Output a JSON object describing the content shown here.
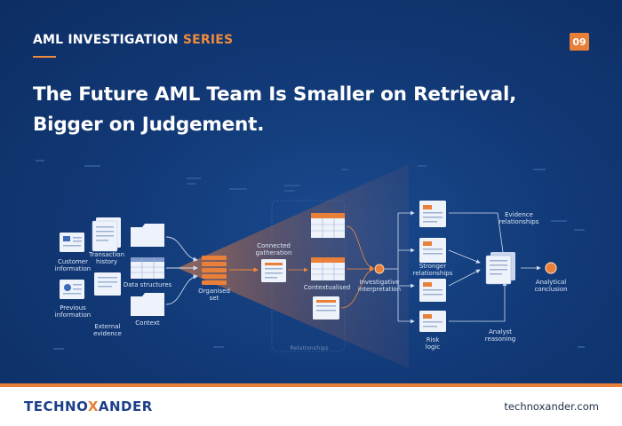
{
  "header": {
    "series_prefix": "AML INVESTIGATION",
    "series_accent": "SERIES",
    "page_number": "09"
  },
  "headline": {
    "line1": "The Future AML Team Is Smaller on Retrieval,",
    "line2": "Bigger on Judgement."
  },
  "diagram": {
    "sources": {
      "customer_information": [
        "Customer",
        "information"
      ],
      "transaction_history": [
        "Transaction",
        "history"
      ],
      "previous_information": [
        "Previous",
        "information"
      ],
      "external_evidence": [
        "External",
        "evidence"
      ],
      "data_structures": "Data structures",
      "context": "Context"
    },
    "organised_set": [
      "Organised",
      "set"
    ],
    "connected_gatheration": [
      "Connected",
      "gatheration"
    ],
    "contextualised": "Contextualised",
    "relationships_faint": "Relationships",
    "investigative_interpretation": [
      "Investigative",
      "interpretation"
    ],
    "stronger_relationships": [
      "Stronger",
      "relationships"
    ],
    "risk_logic": [
      "Risk",
      "logic"
    ],
    "evidence_relationships": [
      "Evidence",
      "relationships"
    ],
    "analyst_reasoning": [
      "Analyst",
      "reasoning"
    ],
    "analytical_conclusion": [
      "Analytical",
      "conclusion"
    ]
  },
  "footer": {
    "logo_part1": "TECHNO",
    "logo_x": "X",
    "logo_part2": "ANDER",
    "website": "technoxander.com"
  },
  "colors": {
    "background": "#123a78",
    "accent": "#e8803a",
    "text": "#ffffff",
    "footer_bg": "#ffffff",
    "logo": "#1d3f8a"
  }
}
